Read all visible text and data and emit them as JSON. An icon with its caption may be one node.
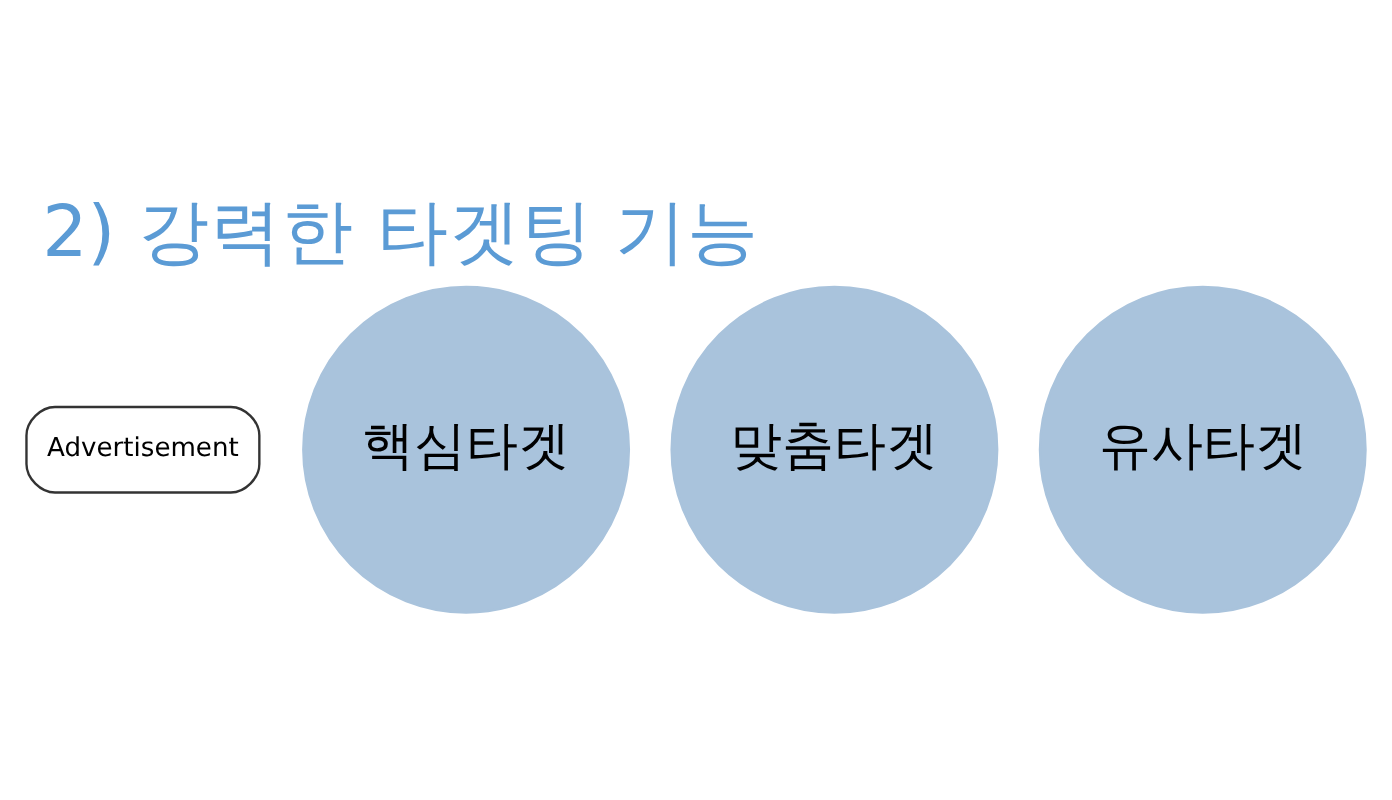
{
  "diagram": {
    "title": "2) 강력한 타겟팅 기능",
    "nodes": [
      {
        "text": [
          "Advertisement"
        ]
      },
      {
        "text": [
          "핵심타겟"
        ]
      },
      {
        "text": [
          "맞춤타겟"
        ]
      },
      {
        "text": [
          "유사타겟"
        ]
      }
    ],
    "edges": []
  }
}
